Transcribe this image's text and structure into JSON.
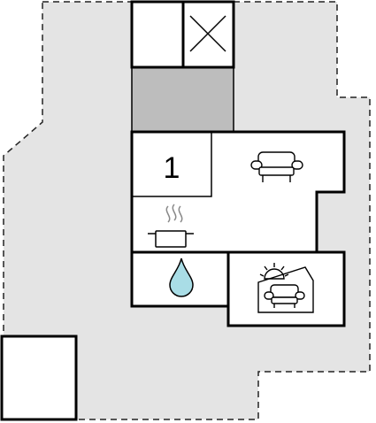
{
  "floorplan": {
    "rooms": [
      {
        "id": "bedroom",
        "label": "1",
        "icon": "bed-number"
      },
      {
        "id": "living-room",
        "label": "",
        "icon": "sofa-icon"
      },
      {
        "id": "kitchen",
        "label": "",
        "icon": "cooking-pot-icon"
      },
      {
        "id": "bathroom",
        "label": "",
        "icon": "water-drop-icon"
      },
      {
        "id": "conservatory",
        "label": "",
        "icon": "sunroom-sofa-icon"
      }
    ],
    "colors": {
      "plot": "#e4e4e4",
      "plot_border": "#222222",
      "walls": "#000000",
      "room_fill": "#ffffff",
      "hallway": "#bdbdbd",
      "water": "#a9dde6"
    }
  }
}
